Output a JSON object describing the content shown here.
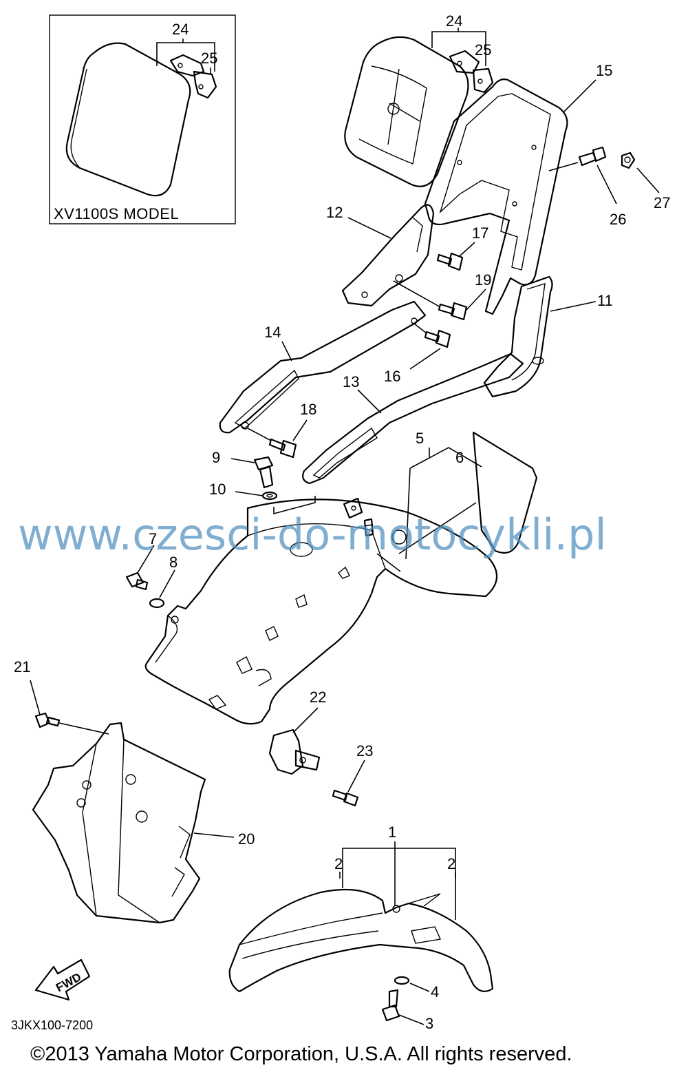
{
  "inset": {
    "label": "XV1100S MODEL"
  },
  "callouts": {
    "c1": "1",
    "c2a": "2",
    "c2b": "2",
    "c3": "3",
    "c4": "4",
    "c5": "5",
    "c6": "6",
    "c7": "7",
    "c8": "8",
    "c9": "9",
    "c10": "10",
    "c11": "11",
    "c12": "12",
    "c13": "13",
    "c14": "14",
    "c15": "15",
    "c16": "16",
    "c17": "17",
    "c18": "18",
    "c19": "19",
    "c20": "20",
    "c21": "21",
    "c22": "22",
    "c23": "23",
    "c24": "24",
    "c25": "25",
    "c24i": "24",
    "c25i": "25",
    "c26": "26",
    "c27": "27"
  },
  "fwd_label": "FWD",
  "diagram_code": "3JKX100-7200",
  "copyright": "©2013 Yamaha Motor Corporation, U.S.A. All rights reserved.",
  "watermark": "www.czesci-do-motocykli.pl",
  "colors": {
    "watermark": "#4f8fc0",
    "line": "#000000",
    "background": "#ffffff"
  }
}
